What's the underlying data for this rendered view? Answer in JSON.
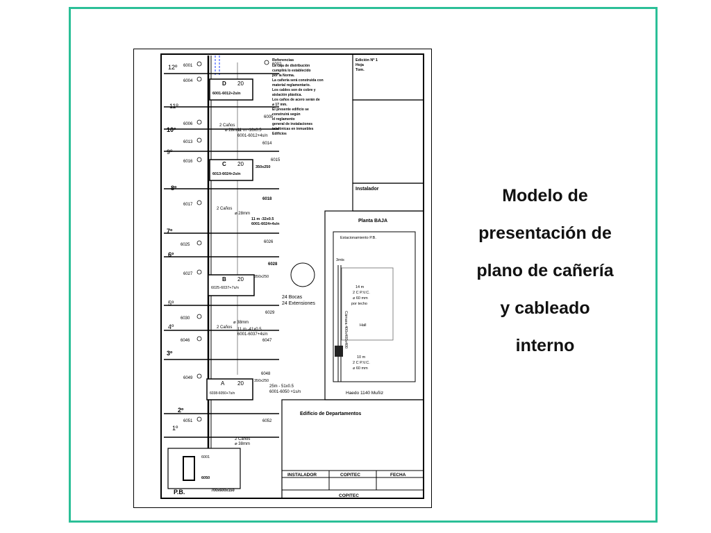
{
  "slide": {
    "title_lines": [
      "Modelo de",
      "presentación de",
      "plano de cañería",
      "y cableado",
      "interno"
    ],
    "frame_color": "#2bbf97"
  },
  "plan": {
    "floors": [
      "12º",
      "11º",
      "10º",
      "9º",
      "8º",
      "7º",
      "6º",
      "5º",
      "4º",
      "3º",
      "2º",
      "1º",
      "P.B."
    ],
    "boxes": [
      {
        "letter": "D",
        "number": "20",
        "code": "6001-6012+2s/n"
      },
      {
        "letter": "C",
        "number": "20",
        "code": "6013-6024+2s/n",
        "size": "350x250"
      },
      {
        "letter": "B",
        "number": "20",
        "code": "6025-6037+7s/n",
        "size": "350x250"
      },
      {
        "letter": "A",
        "number": "20",
        "code": "6038-6050+7s/n",
        "size": "350x250"
      }
    ],
    "outlets": [
      "6001",
      "6002",
      "6004",
      "6005",
      "6006",
      "6013",
      "6014",
      "6015",
      "6016",
      "6017",
      "6018",
      "6025",
      "6026",
      "6027",
      "6028",
      "6029",
      "6030",
      "6046",
      "6047",
      "6048",
      "6049",
      "6051",
      "6052",
      "6050"
    ],
    "pipe_labels": {
      "p1a": "2 Caños",
      "p1b": "⌀ 28mm",
      "p1c": "11 m -16x0.5",
      "p1d": "6001-6012+4s/n",
      "p2a": "2 Caños",
      "p2b": "⌀ 28mm",
      "p2c": "11 m -32x0.5",
      "p2d": "6001-6024+4s/n",
      "p3a": "2 Caños",
      "p3b": "⌀ 38mm",
      "p3c": "11 m -41x0.5",
      "p3d": "6001-6037+4s/n",
      "p4a": "25m - 51x0.5",
      "p4b": "6001-6050 +1s/n",
      "p5a": "2 Caños",
      "p5b": "⌀ 38mm"
    },
    "bocas": "24 Bocas",
    "extensiones": "24 Extensiones",
    "pb_box": {
      "code": "6001",
      "number": "6050",
      "size": "700x600x150"
    },
    "notes": {
      "title": "Referencias",
      "lines": [
        "La caja de distribución",
        "cumplirá lo establecido",
        "por la Norma.",
        "La cañería será construida con",
        "material reglamentario.",
        "Los cables son de cobre y",
        "aislación plástica.",
        "Los caños de acero serán de",
        "⌀ 17 mm.",
        "El presente edificio se",
        "construirá según",
        "el reglamento",
        "general de instalaciones",
        "telefónicas en inmuebles",
        "Edificios"
      ]
    },
    "edicion": {
      "line1": "Edición Nº 1",
      "line2": "Hoja",
      "line3": "Tom."
    },
    "instalador_box": "Instalador",
    "planta": {
      "title": "Planta BAJA",
      "estacionamiento": "Estacionamiento P.B.",
      "mts": "3mts",
      "dist1": "14 m",
      "pvc1": "2 C P.V.C.",
      "dia1": "⌀ 60 mm",
      "techo": "por techo",
      "camara": "Cámara 400x400x400",
      "hall": "Hall",
      "dist2": "10 m",
      "pvc2": "2 C P.V.C.",
      "dia2": "⌀ 60 mm",
      "address": "Haedo 1140 Muñiz"
    },
    "building": "Edificio de Departamentos",
    "table_headers": [
      "INSTALADOR",
      "COPITEC",
      "FECHA"
    ],
    "footer_copitec": "COPITEC"
  }
}
